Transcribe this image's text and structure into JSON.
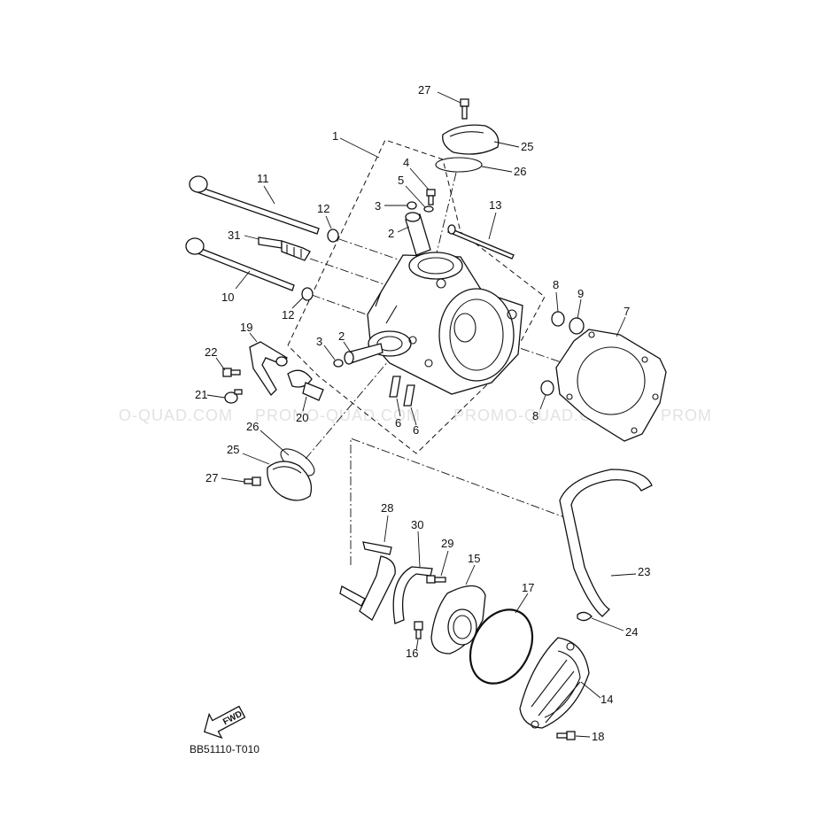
{
  "watermark": {
    "segments": [
      "O-QUAD.COM",
      "PROMO-QUAD.COM",
      "PROMO-QUAD.COM",
      "PROM"
    ]
  },
  "orientation_badge": {
    "label": "FWD"
  },
  "document_code": "BB51110-T010",
  "callouts": [
    {
      "label": "27",
      "part": "cap-bolt-top"
    },
    {
      "label": "25",
      "part": "tappet-cover-top"
    },
    {
      "label": "26",
      "part": "o-ring-top"
    },
    {
      "label": "1",
      "part": "cylinder-head-assy"
    },
    {
      "label": "4",
      "part": "bolt-small"
    },
    {
      "label": "5",
      "part": "washer-small"
    },
    {
      "label": "3",
      "part": "plug-upper"
    },
    {
      "label": "2",
      "part": "pipe-upper"
    },
    {
      "label": "11",
      "part": "stud-long-upper"
    },
    {
      "label": "12",
      "part": "washer-upper"
    },
    {
      "label": "31",
      "part": "spark-plug"
    },
    {
      "label": "13",
      "part": "stud-bolt"
    },
    {
      "label": "10",
      "part": "stud-long-lower"
    },
    {
      "label": "12",
      "part": "washer-lower"
    },
    {
      "label": "8",
      "part": "dowel-pin-upper"
    },
    {
      "label": "9",
      "part": "collar"
    },
    {
      "label": "7",
      "part": "cylinder-head-gasket"
    },
    {
      "label": "19",
      "part": "bracket"
    },
    {
      "label": "22",
      "part": "bolt-bracket"
    },
    {
      "label": "3",
      "part": "plug-lower"
    },
    {
      "label": "2",
      "part": "pipe-lower"
    },
    {
      "label": "21",
      "part": "bolt-flange"
    },
    {
      "label": "20",
      "part": "gasket-small"
    },
    {
      "label": "6",
      "part": "stud-short-left"
    },
    {
      "label": "6",
      "part": "stud-short-right"
    },
    {
      "label": "8",
      "part": "dowel-pin-lower"
    },
    {
      "label": "26",
      "part": "o-ring-lower"
    },
    {
      "label": "25",
      "part": "tappet-cover-lower"
    },
    {
      "label": "27",
      "part": "cap-bolt-lower"
    },
    {
      "label": "28",
      "part": "guide-stopper"
    },
    {
      "label": "30",
      "part": "guide-clip"
    },
    {
      "label": "29",
      "part": "bolt-guide"
    },
    {
      "label": "15",
      "part": "cover-plate"
    },
    {
      "label": "17",
      "part": "o-ring-large"
    },
    {
      "label": "23",
      "part": "hose"
    },
    {
      "label": "24",
      "part": "hose-clip"
    },
    {
      "label": "16",
      "part": "bolt-cover"
    },
    {
      "label": "14",
      "part": "side-cover"
    },
    {
      "label": "18",
      "part": "bolt-side-cover"
    }
  ]
}
